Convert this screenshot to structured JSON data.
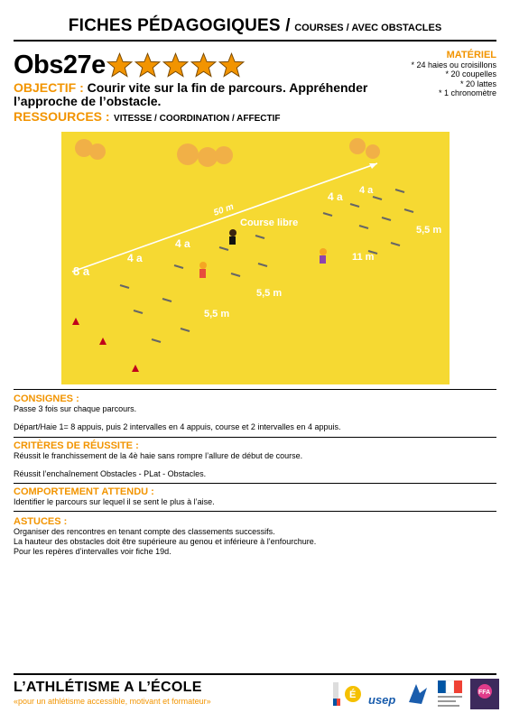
{
  "header": {
    "title": "FICHES PÉDAGOGIQUES /",
    "subtitle": "COURSES / AVEC OBSTACLES"
  },
  "sheet": {
    "code": "Obs27e",
    "stars": 5
  },
  "objectif": {
    "label": "OBJECTIF :",
    "text": "Courir vite sur la fin de parcours.     Appréhender l’approche de l’obstacle."
  },
  "ressources": {
    "label": "RESSOURCES :",
    "text": "VITESSE / COORDINATION / AFFECTIF"
  },
  "materiel": {
    "title": "MATÉRIEL",
    "items": [
      "* 24 haies ou croisillons",
      "* 20 coupelles",
      "* 20 lattes",
      "* 1 chronomètre"
    ]
  },
  "diagram": {
    "distance": "50 m",
    "free_run": "Course libre",
    "labels": [
      "8 a",
      "4 a",
      "4 a",
      "4 a",
      "4 a",
      "5,5 m",
      "11 m",
      "5,5 m",
      "5,5 m"
    ],
    "colors": {
      "field": "#f6d932",
      "accent": "#f29400",
      "trees": "#f0a050",
      "cone": "#c0001a"
    }
  },
  "consignes": {
    "title": "CONSIGNES :",
    "lines": [
      "Passe 3 fois sur chaque parcours.",
      "Départ/Haie 1= 8 appuis, puis 2 intervalles en 4 appuis, course et 2 intervalles en 4 appuis."
    ]
  },
  "criteres": {
    "title": "CRITÈRES DE RÉUSSITE :",
    "lines": [
      "Réussit le franchissement de la 4è haie sans rompre l’allure de début de course.",
      "Réussit l’enchaînement Obstacles - PLat - Obstacles."
    ]
  },
  "comportement": {
    "title": "COMPORTEMENT ATTENDU :",
    "lines": [
      "Identifier le parcours sur lequel il se sent le plus à l’aise."
    ]
  },
  "astuces": {
    "title": "ASTUCES :",
    "lines": [
      "Organiser des rencontres en tenant compte des classements successifs.",
      "La hauteur des obstacles doit être supérieure au genou et inférieure à l’enfourchure.",
      "Pour les repères d’intervalles voir fiche 19d."
    ]
  },
  "footer": {
    "brand": "L’ATHLÉTISME A L’ÉCOLE",
    "tagline": "«pour un athlétisme accessible, motivant et formateur»",
    "logo_usep": "usep",
    "logo_ffa": "FFA"
  }
}
